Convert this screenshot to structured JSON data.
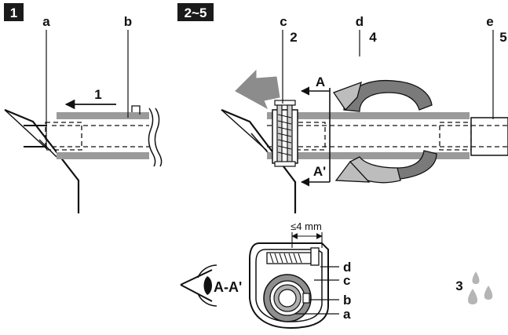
{
  "steps": {
    "step1_badge": "1",
    "step2_badge": "2~5"
  },
  "left_panel": {
    "label_a": "a",
    "label_b": "b",
    "arrow_label": "1"
  },
  "right_panel": {
    "label_c": "c",
    "label_2": "2",
    "label_d": "d",
    "label_4": "4",
    "label_e": "e",
    "label_5": "5",
    "section_top": "A",
    "section_bottom": "A'"
  },
  "section_view": {
    "title": "A-A'",
    "gap": "≤4 mm",
    "label_d": "d",
    "label_c": "c",
    "label_b": "b",
    "label_a": "a"
  },
  "drops": {
    "label": "3"
  },
  "colors": {
    "ink": "#111111",
    "pipe_grey": "#9a9a9a",
    "band_grey": "#7a7a7a",
    "light_grey": "#bdbdbd",
    "drop_grey": "#b5b5b5"
  }
}
